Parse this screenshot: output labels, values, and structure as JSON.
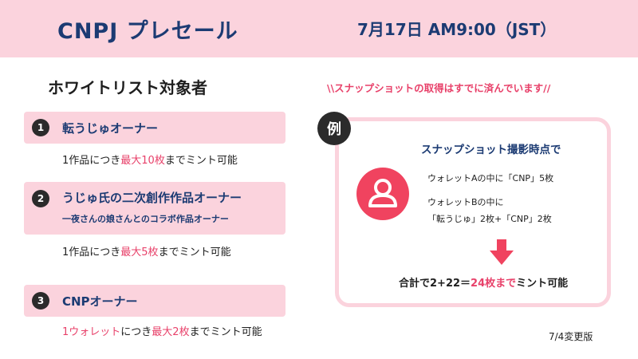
{
  "header": {
    "title": "CNPJ プレセール",
    "date": "7月17日 AM9:00（JST）"
  },
  "whitelist": {
    "title": "ホワイトリスト対象者",
    "items": [
      {
        "number": "1",
        "title": "転うじゅオーナー",
        "desc": {
          "pre": "1作品につき",
          "hl": "最大10枚",
          "post": "までミント可能"
        }
      },
      {
        "number": "2",
        "title": "うじゅ氏の二次創作作品オーナー",
        "subtitle": "一夜さんの娘さんとのコラボ作品オーナー",
        "desc": {
          "pre": "1作品につき",
          "hl": "最大5枚",
          "post": "までミント可能"
        }
      },
      {
        "number": "3",
        "title": "CNPオーナー",
        "desc": {
          "hl_pre": "1ウォレット",
          "mid": "につき",
          "hl": "最大2枚",
          "post": "までミント可能"
        }
      }
    ]
  },
  "note": "\\\\スナップショットの取得はすでに済んでいます//",
  "example": {
    "badge": "例",
    "title": "スナップショット撮影時点で",
    "line1": "ウォレットAの中に「CNP」5枚",
    "line2": "ウォレットBの中に",
    "line3": "「転うじゅ」2枚+「CNP」2枚",
    "total_pre": "合計で2+22＝",
    "total_hl": "24枚まで",
    "total_post": "ミント可能"
  },
  "version": "7/4変更版",
  "colors": {
    "pink_bg": "#fbd3dd",
    "navy": "#1c3b73",
    "highlight": "#e8416a",
    "avatar": "#f0435f",
    "arrow": "#f0435f"
  },
  "icons": {
    "avatar": "user-avatar-icon",
    "arrow": "arrow-down-icon"
  }
}
